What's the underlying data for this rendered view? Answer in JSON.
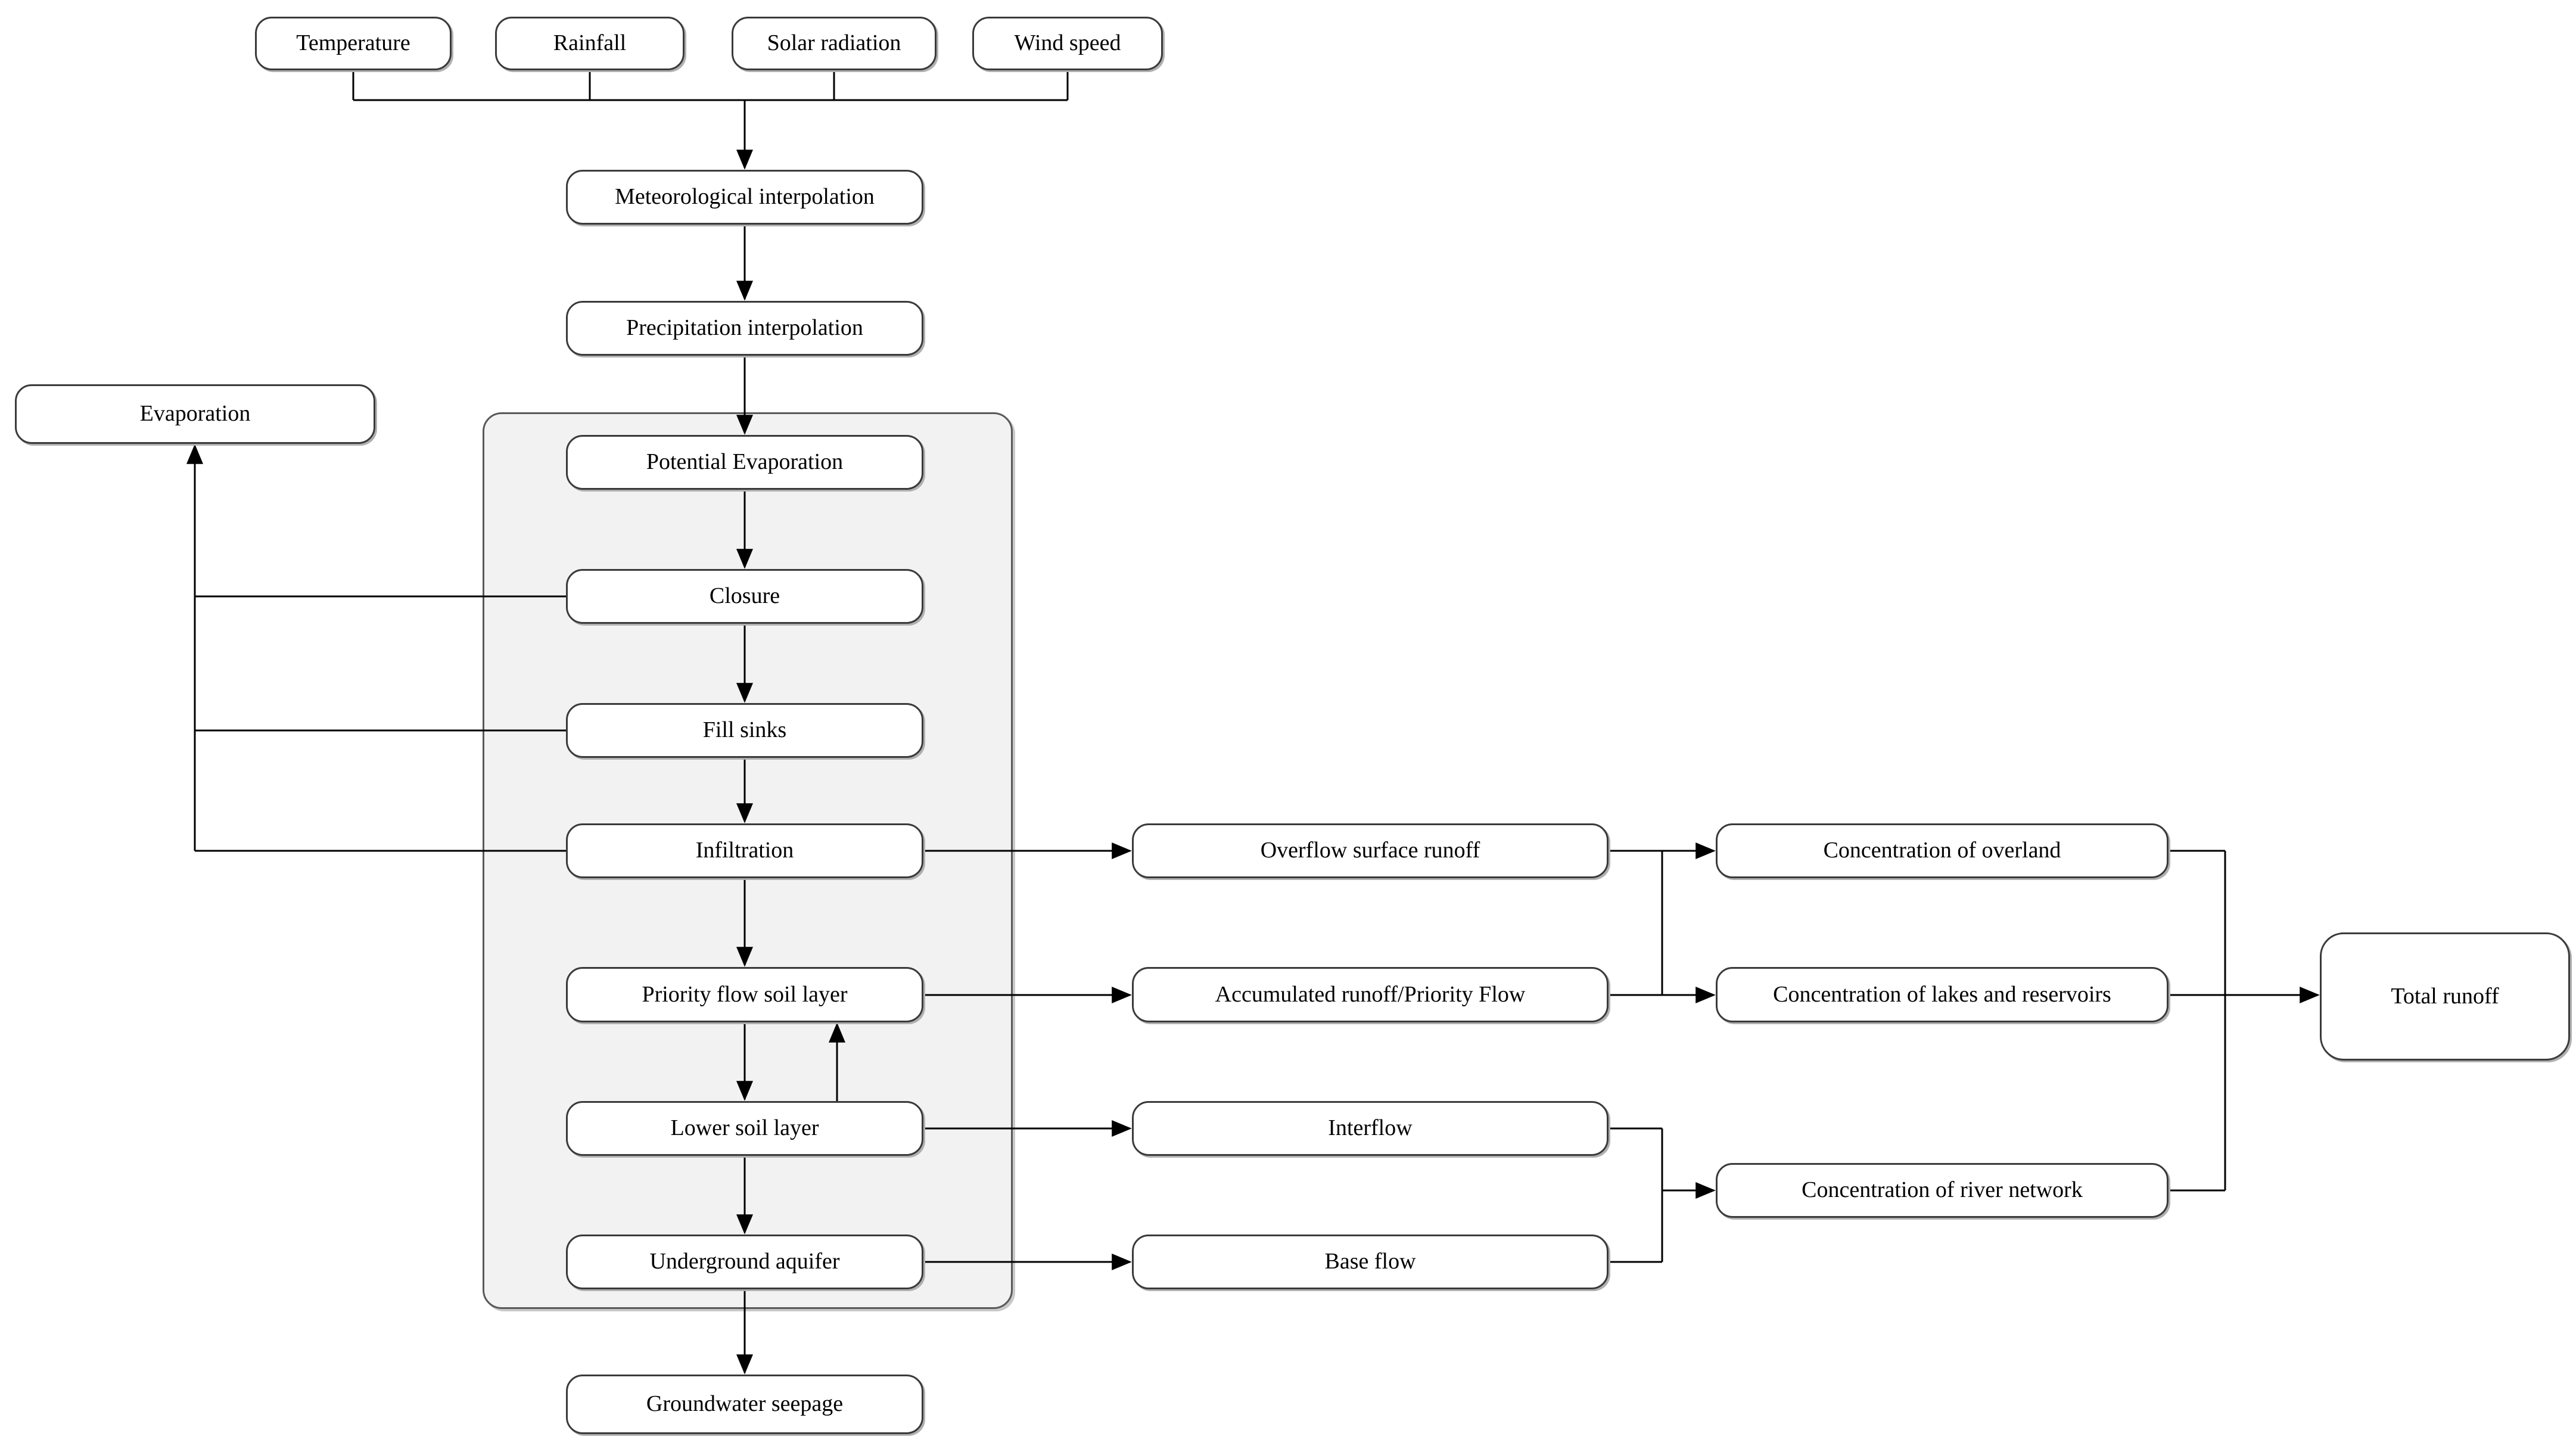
{
  "nodes": {
    "temperature": "Temperature",
    "rainfall": "Rainfall",
    "solar_radiation": "Solar radiation",
    "wind_speed": "Wind speed",
    "meteorological_interpolation": "Meteorological interpolation",
    "precipitation_interpolation": "Precipitation interpolation",
    "evaporation": "Evaporation",
    "potential_evaporation": "Potential Evaporation",
    "closure": "Closure",
    "fill_sinks": "Fill sinks",
    "infiltration": "Infiltration",
    "priority_flow_soil_layer": "Priority flow soil layer",
    "lower_soil_layer": "Lower soil layer",
    "underground_aquifer": "Underground aquifer",
    "groundwater_seepage": "Groundwater seepage",
    "overflow_surface_runoff": "Overflow surface runoff",
    "accumulated_runoff_priority_flow": "Accumulated runoff/Priority Flow",
    "interflow": "Interflow",
    "base_flow": "Base flow",
    "concentration_of_overland": "Concentration of overland",
    "concentration_of_lakes_and_reservoirs": "Concentration of lakes and reservoirs",
    "concentration_of_river_network": "Concentration of river network",
    "total_runoff": "Total runoff"
  },
  "edges": [
    {
      "from": "temperature",
      "to": "meteorological_interpolation"
    },
    {
      "from": "rainfall",
      "to": "meteorological_interpolation"
    },
    {
      "from": "solar_radiation",
      "to": "meteorological_interpolation"
    },
    {
      "from": "wind_speed",
      "to": "meteorological_interpolation"
    },
    {
      "from": "meteorological_interpolation",
      "to": "precipitation_interpolation"
    },
    {
      "from": "precipitation_interpolation",
      "to": "potential_evaporation"
    },
    {
      "from": "potential_evaporation",
      "to": "closure"
    },
    {
      "from": "closure",
      "to": "fill_sinks"
    },
    {
      "from": "fill_sinks",
      "to": "infiltration"
    },
    {
      "from": "infiltration",
      "to": "priority_flow_soil_layer"
    },
    {
      "from": "priority_flow_soil_layer",
      "to": "lower_soil_layer"
    },
    {
      "from": "lower_soil_layer",
      "to": "priority_flow_soil_layer"
    },
    {
      "from": "lower_soil_layer",
      "to": "underground_aquifer"
    },
    {
      "from": "underground_aquifer",
      "to": "groundwater_seepage"
    },
    {
      "from": "closure",
      "to": "evaporation"
    },
    {
      "from": "fill_sinks",
      "to": "evaporation"
    },
    {
      "from": "infiltration",
      "to": "evaporation"
    },
    {
      "from": "infiltration",
      "to": "overflow_surface_runoff"
    },
    {
      "from": "priority_flow_soil_layer",
      "to": "accumulated_runoff_priority_flow"
    },
    {
      "from": "lower_soil_layer",
      "to": "interflow"
    },
    {
      "from": "underground_aquifer",
      "to": "base_flow"
    },
    {
      "from": "overflow_surface_runoff",
      "to": "concentration_of_overland"
    },
    {
      "from": "accumulated_runoff_priority_flow",
      "to": "concentration_of_lakes_and_reservoirs"
    },
    {
      "from": "interflow",
      "to": "concentration_of_river_network"
    },
    {
      "from": "base_flow",
      "to": "concentration_of_river_network"
    },
    {
      "from": "concentration_of_overland",
      "to": "total_runoff"
    },
    {
      "from": "concentration_of_lakes_and_reservoirs",
      "to": "total_runoff"
    },
    {
      "from": "concentration_of_river_network",
      "to": "total_runoff"
    }
  ],
  "colors": {
    "line": "#000000",
    "box_border": "#3a3a3a",
    "box_fill": "#ffffff",
    "panel_fill": "#f2f2f2",
    "panel_border": "#595959",
    "shadow": "#b0b0b0",
    "bg": "#ffffff"
  }
}
